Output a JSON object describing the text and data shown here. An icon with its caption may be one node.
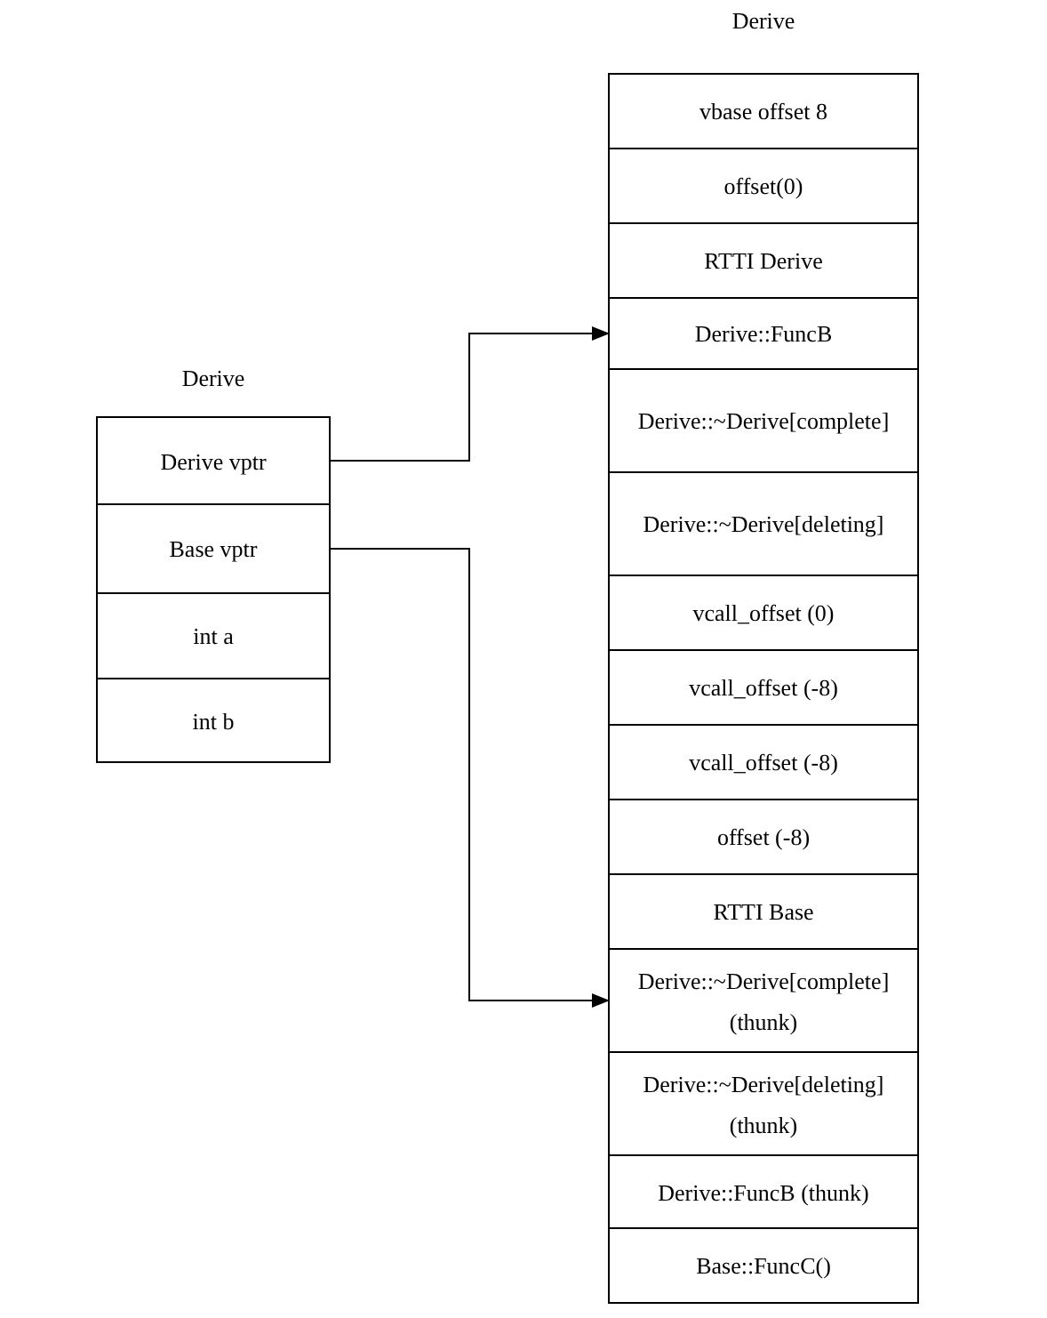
{
  "diagram": {
    "nodes": [
      {
        "text": [
          "Derive"
        ]
      },
      {
        "text": [
          "Derive vptr"
        ],
        "in": 0
      },
      {
        "text": [
          "Base vptr"
        ],
        "in": 0
      },
      {
        "text": [
          "int a"
        ],
        "in": 0
      },
      {
        "text": [
          "int b"
        ],
        "in": 0
      },
      {
        "text": [
          "Derive"
        ]
      },
      {
        "text": [
          "vbase offset 8"
        ],
        "in": 5
      },
      {
        "text": [
          "offset(0)"
        ],
        "in": 5
      },
      {
        "text": [
          "RTTI Derive"
        ],
        "in": 5
      },
      {
        "text": [
          "Derive::FuncB"
        ],
        "in": 5
      },
      {
        "text": [
          "Derive::~Derive[complete]"
        ],
        "in": 5
      },
      {
        "text": [
          "Derive::~Derive[deleting]"
        ],
        "in": 5
      },
      {
        "text": [
          "vcall_offset (0)"
        ],
        "in": 5
      },
      {
        "text": [
          "vcall_offset (-8)"
        ],
        "in": 5
      },
      {
        "text": [
          "vcall_offset (-8)"
        ],
        "in": 5
      },
      {
        "text": [
          "offset (-8)"
        ],
        "in": 5
      },
      {
        "text": [
          "RTTI Base"
        ],
        "in": 5
      },
      {
        "text": [
          "Derive::~Derive[complete] (thunk)"
        ],
        "in": 5
      },
      {
        "text": [
          "Derive::~Derive[deleting] (thunk)"
        ],
        "in": 5
      },
      {
        "text": [
          "Derive::FuncB (thunk)"
        ],
        "in": 5
      },
      {
        "text": [
          "Base::FuncC()"
        ],
        "in": 5
      }
    ],
    "edges": [
      {
        "from": 1,
        "to": 9,
        "arrow": "to"
      },
      {
        "from": 2,
        "to": 17,
        "arrow": "to"
      }
    ]
  }
}
